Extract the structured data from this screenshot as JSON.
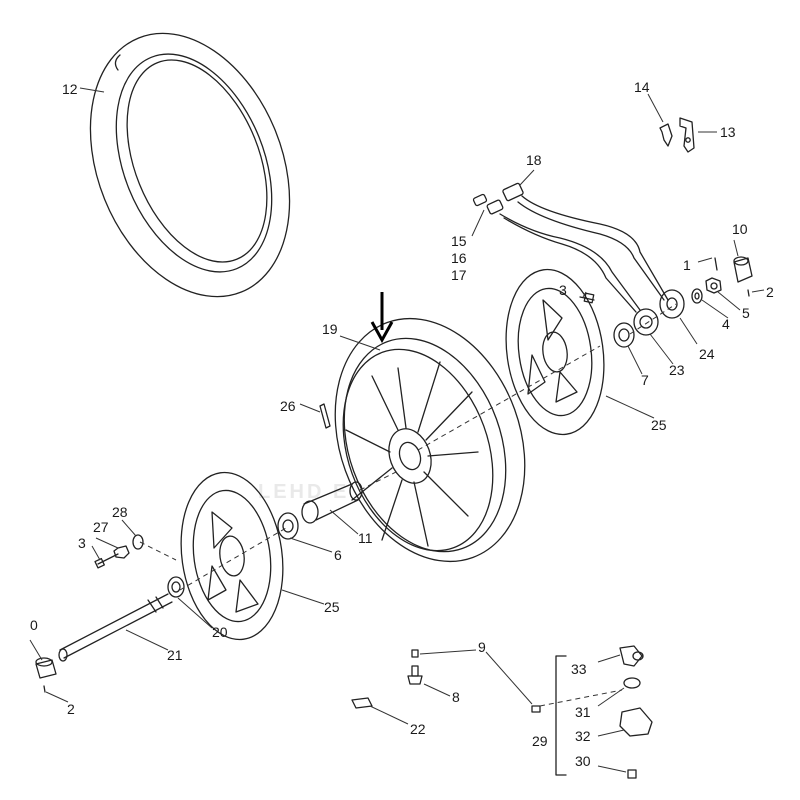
{
  "diagram": {
    "watermark": "LEHD            E",
    "callouts": {
      "c0": "0",
      "c1": "1",
      "c2a": "2",
      "c2b": "2",
      "c3a": "3",
      "c3b": "3",
      "c4": "4",
      "c5": "5",
      "c6": "6",
      "c7": "7",
      "c8": "8",
      "c9": "9",
      "c10": "10",
      "c11": "11",
      "c12": "12",
      "c13": "13",
      "c14": "14",
      "c15": "15",
      "c16": "16",
      "c17": "17",
      "c18": "18",
      "c19": "19",
      "c20": "20",
      "c21": "21",
      "c22": "22",
      "c23": "23",
      "c24": "24",
      "c25a": "25",
      "c25b": "25",
      "c26": "26",
      "c27": "27",
      "c28": "28",
      "c29": "29",
      "c30": "30",
      "c31": "31",
      "c32": "32",
      "c33": "33"
    }
  }
}
